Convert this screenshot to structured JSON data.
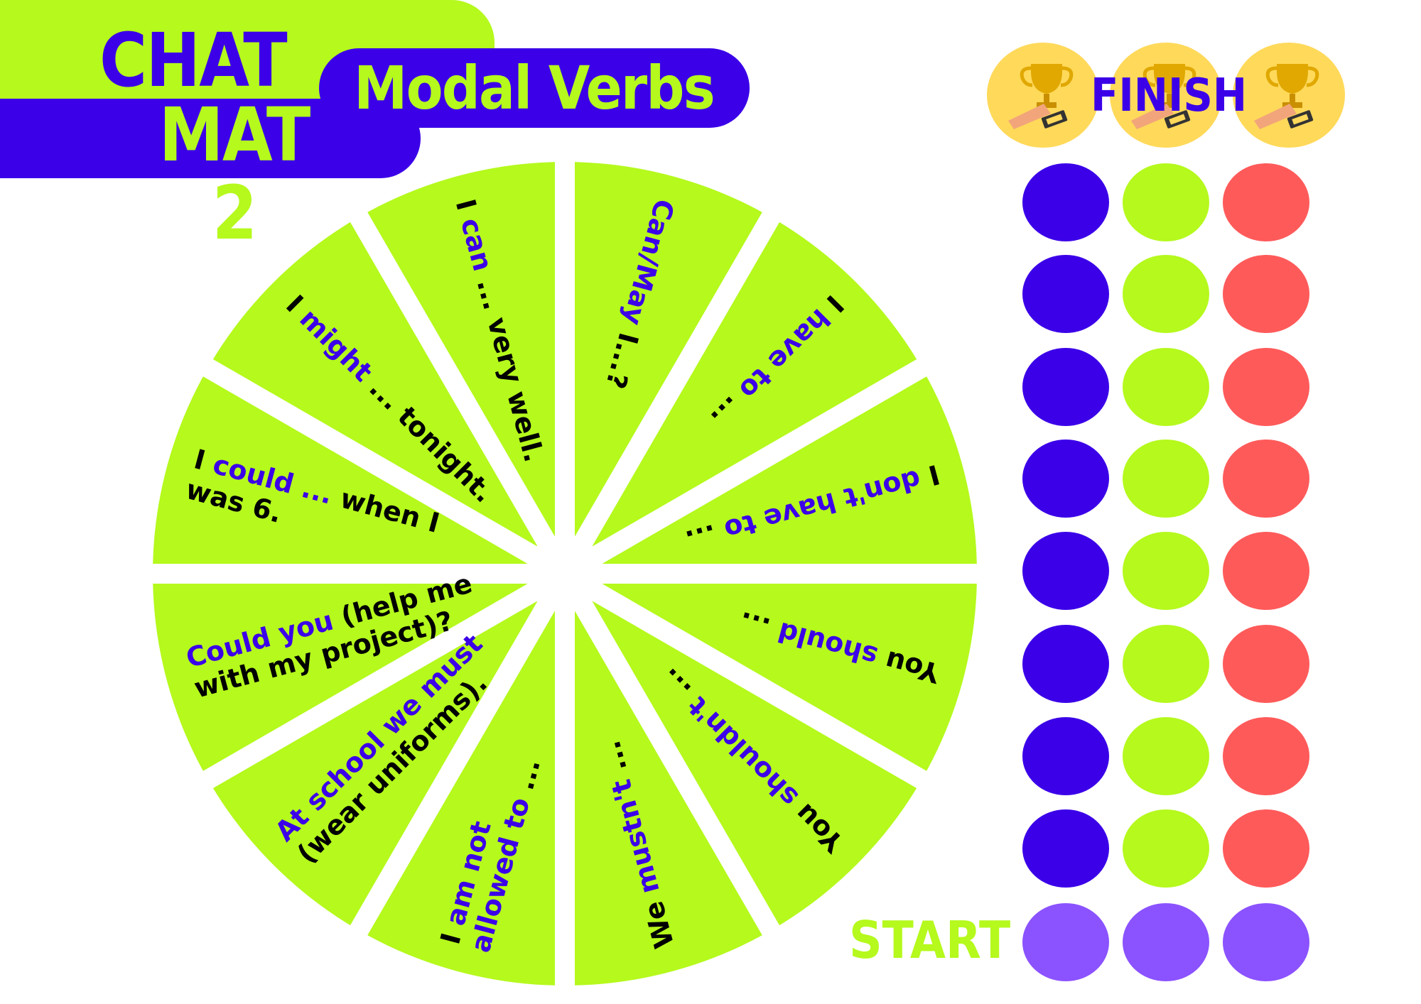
{
  "header": {
    "title_line1": "CHAT",
    "title_line2": "MAT 2",
    "subtitle": "Modal Verbs"
  },
  "colors": {
    "green": "#b5f91d",
    "purple": "#3b00e8",
    "red": "#ff5a5a",
    "start": "#8b52ff",
    "gold": "#ffd95a",
    "black": "#000000"
  },
  "wheel": {
    "sectors": [
      {
        "lines": [
          [
            {
              "t": "Can/May",
              "c": "purple"
            },
            {
              "t": " I...?",
              "c": "black"
            }
          ]
        ]
      },
      {
        "lines": [
          [
            {
              "t": "I ",
              "c": "black"
            },
            {
              "t": "have to",
              "c": "purple"
            },
            {
              "t": " ...",
              "c": "black"
            }
          ]
        ]
      },
      {
        "lines": [
          [
            {
              "t": "I ",
              "c": "black"
            },
            {
              "t": "don't have to",
              "c": "purple"
            },
            {
              "t": " ...",
              "c": "black"
            }
          ]
        ]
      },
      {
        "lines": [
          [
            {
              "t": "You ",
              "c": "black"
            },
            {
              "t": "should",
              "c": "purple"
            },
            {
              "t": " ...",
              "c": "black"
            }
          ]
        ]
      },
      {
        "lines": [
          [
            {
              "t": "You ",
              "c": "black"
            },
            {
              "t": "shouldn't",
              "c": "purple"
            },
            {
              "t": " ...",
              "c": "black"
            }
          ]
        ]
      },
      {
        "lines": [
          [
            {
              "t": "We ",
              "c": "black"
            },
            {
              "t": "mustn't",
              "c": "purple"
            },
            {
              "t": " ...",
              "c": "black"
            }
          ]
        ]
      },
      {
        "lines": [
          [
            {
              "t": "I ",
              "c": "black"
            },
            {
              "t": "am not",
              "c": "purple"
            }
          ],
          [
            {
              "t": "allowed to",
              "c": "purple"
            },
            {
              "t": " ...",
              "c": "black"
            }
          ]
        ]
      },
      {
        "lines": [
          [
            {
              "t": "At school we must",
              "c": "purple"
            }
          ],
          [
            {
              "t": "(wear uniforms).",
              "c": "black"
            }
          ]
        ]
      },
      {
        "lines": [
          [
            {
              "t": "Could you",
              "c": "purple"
            },
            {
              "t": " (help me",
              "c": "black"
            }
          ],
          [
            {
              "t": "with my project)?",
              "c": "black"
            }
          ]
        ]
      },
      {
        "lines": [
          [
            {
              "t": "I ",
              "c": "black"
            },
            {
              "t": "could ...",
              "c": "purple"
            },
            {
              "t": " when I",
              "c": "black"
            }
          ],
          [
            {
              "t": "was 6.",
              "c": "black"
            }
          ]
        ]
      },
      {
        "lines": [
          [
            {
              "t": "I ",
              "c": "black"
            },
            {
              "t": "might",
              "c": "purple"
            },
            {
              "t": " ... tonight.",
              "c": "black"
            }
          ]
        ]
      },
      {
        "lines": [
          [
            {
              "t": "I ",
              "c": "black"
            },
            {
              "t": "can",
              "c": "purple"
            },
            {
              "t": " ... very well.",
              "c": "black"
            }
          ]
        ]
      }
    ]
  },
  "track": {
    "finish_label": "FINISH",
    "start_label": "START",
    "trophy_icon": "trophy-icon",
    "columns": [
      "purple",
      "green",
      "red"
    ],
    "rows": 8
  }
}
